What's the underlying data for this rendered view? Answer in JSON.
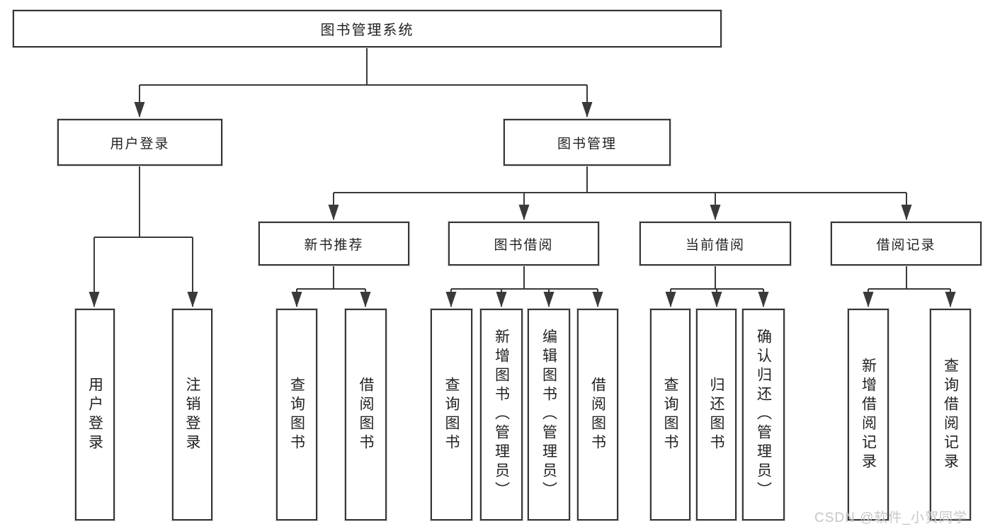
{
  "tree": {
    "root": {
      "label": "图书管理系统",
      "children": [
        {
          "label": "用户登录",
          "children": [
            {
              "label": "用户登录"
            },
            {
              "label": "注销登录"
            }
          ]
        },
        {
          "label": "图书管理",
          "children": [
            {
              "label": "新书推荐",
              "children": [
                {
                  "label": "查询图书"
                },
                {
                  "label": "借阅图书"
                }
              ]
            },
            {
              "label": "图书借阅",
              "children": [
                {
                  "label": "查询图书"
                },
                {
                  "label": "新增图书（管理员）"
                },
                {
                  "label": "编辑图书（管理员）"
                },
                {
                  "label": "借阅图书"
                }
              ]
            },
            {
              "label": "当前借阅",
              "children": [
                {
                  "label": "查询图书"
                },
                {
                  "label": "归还图书"
                },
                {
                  "label": "确认归还（管理员）"
                }
              ]
            },
            {
              "label": "借阅记录",
              "children": [
                {
                  "label": "新增借阅记录"
                },
                {
                  "label": "查询借阅记录"
                }
              ]
            }
          ]
        }
      ]
    }
  },
  "watermark": {
    "text": "CSDN @软件_小贺同学"
  },
  "colors": {
    "line": "#3a3a3a",
    "box_border": "#373737",
    "text": "#222222",
    "watermark": "#c6c6c6",
    "background": "#ffffff"
  }
}
